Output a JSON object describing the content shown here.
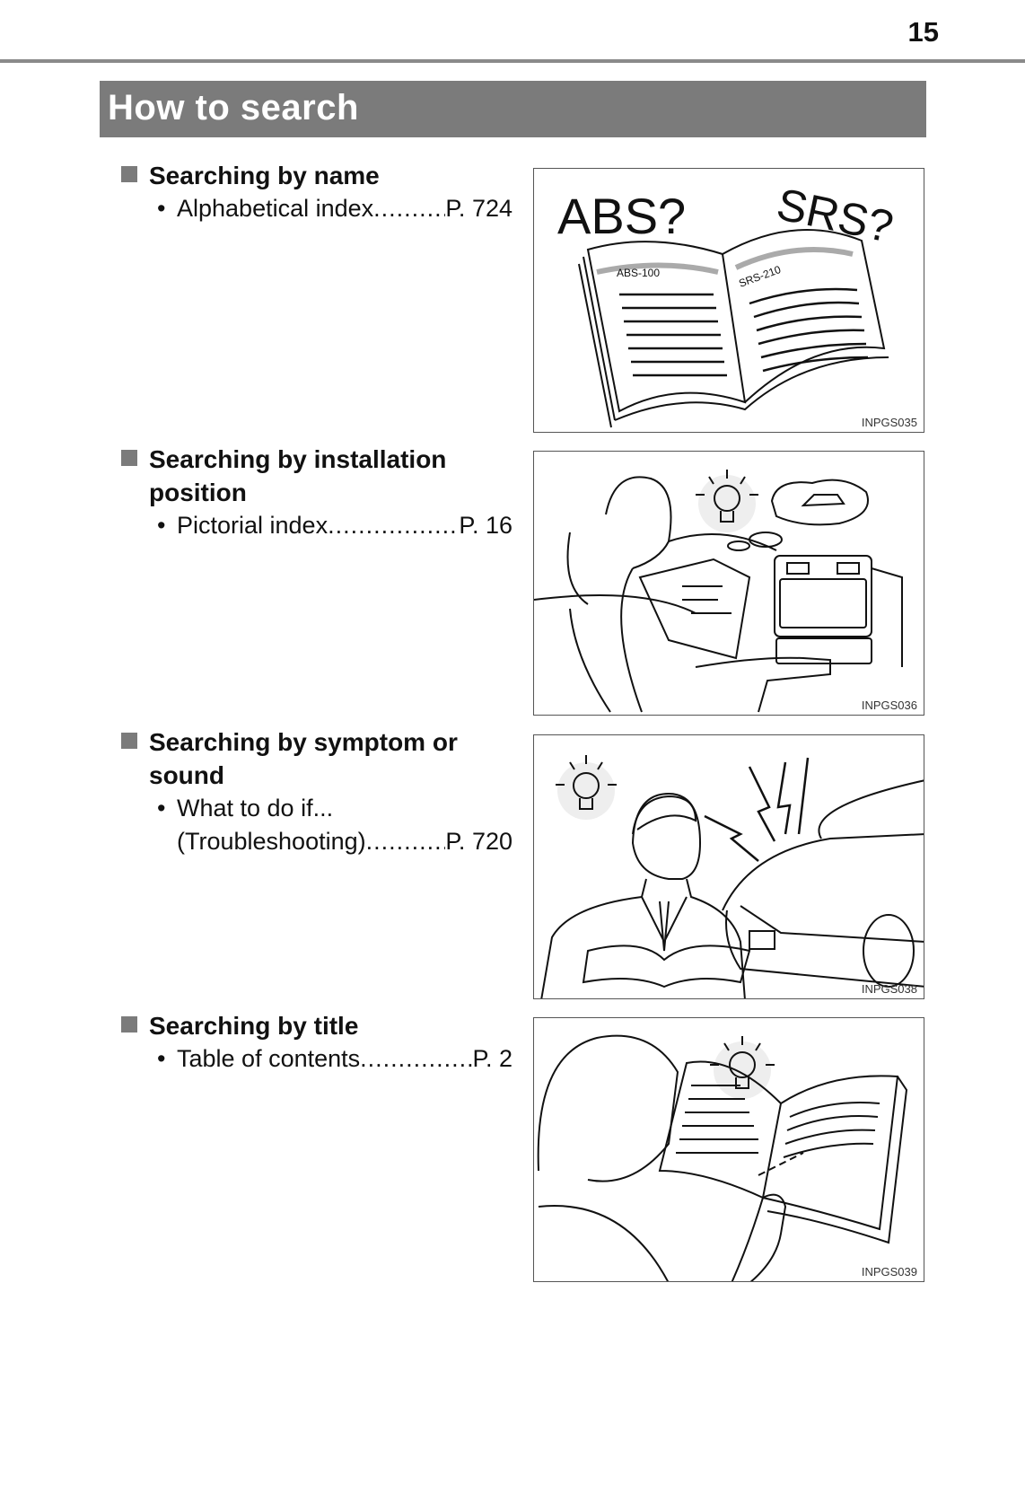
{
  "page_number": "15",
  "title": "How to search",
  "sections": [
    {
      "heading": "Searching by name",
      "items": [
        {
          "label": "Alphabetical index",
          "page": "P. 724"
        }
      ]
    },
    {
      "heading_line1": "Searching by installation",
      "heading_line2": "position",
      "items": [
        {
          "label": "Pictorial index",
          "page": "P. 16"
        }
      ]
    },
    {
      "heading_line1": "Searching by symptom or",
      "heading_line2": "sound",
      "items": [
        {
          "label_line1": "What to do if...",
          "label": "(Troubleshooting)",
          "page": "P. 720"
        }
      ]
    },
    {
      "heading": "Searching by title",
      "items": [
        {
          "label": "Table of contents",
          "page": "P. 2"
        }
      ]
    }
  ],
  "figures": [
    {
      "code": "INPGS035",
      "text_left": "ABS?",
      "text_right": "SRS?",
      "entry_left": "ABS-100",
      "entry_right": "SRS-210"
    },
    {
      "code": "INPGS036"
    },
    {
      "code": "INPGS038"
    },
    {
      "code": "INPGS039"
    }
  ],
  "colors": {
    "title_bar": "#7b7b7b",
    "rule": "#8a8a8a"
  }
}
